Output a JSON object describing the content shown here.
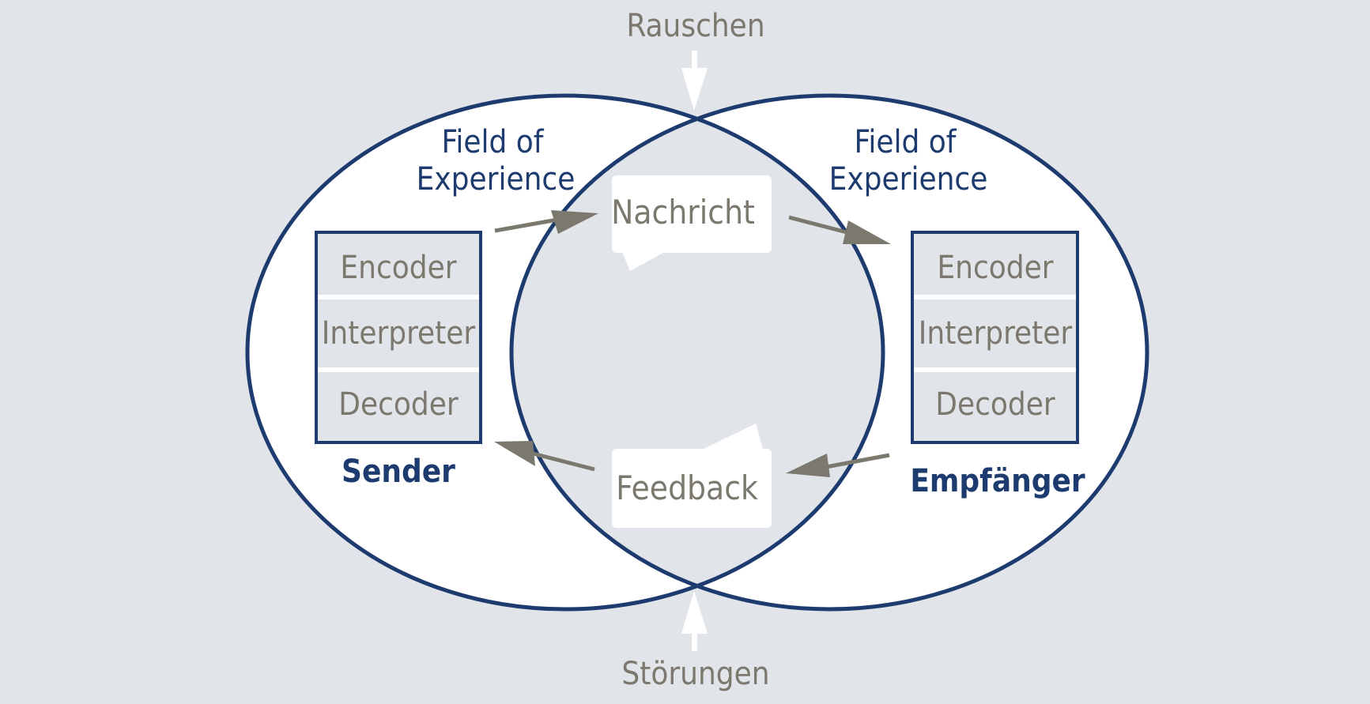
{
  "noise_label": "Rauschen",
  "disturbance_label": "Störungen",
  "message_label": "Nachricht",
  "feedback_label": "Feedback",
  "sender": {
    "field_line1": "Field of",
    "field_line2": "Experience",
    "encoder": "Encoder",
    "interpreter": "Interpreter",
    "decoder": "Decoder",
    "name": "Sender"
  },
  "receiver": {
    "field_line1": "Field of",
    "field_line2": "Experience",
    "encoder": "Encoder",
    "interpreter": "Interpreter",
    "decoder": "Decoder",
    "name": "Empfänger"
  },
  "colors": {
    "background": "#e1e5e9",
    "navy": "#1d3b6e",
    "gray_text": "#7b786d",
    "arrow": "#7b786d"
  }
}
